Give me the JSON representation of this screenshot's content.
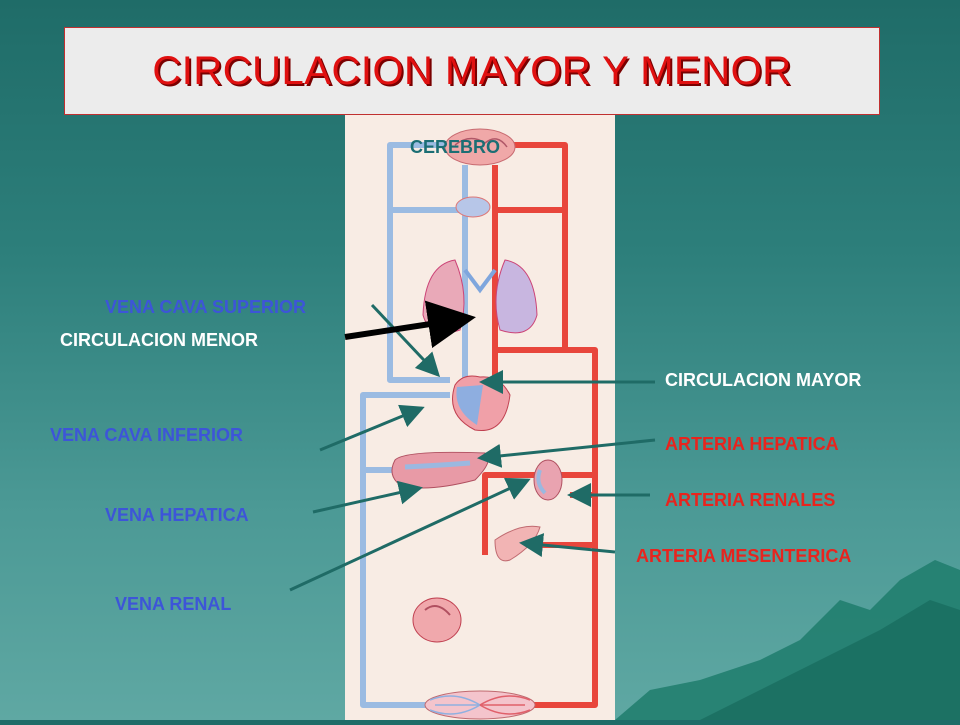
{
  "title": "CIRCULACION MAYOR Y MENOR",
  "labels": {
    "cerebro": "CEREBRO",
    "vena_cava_superior": "VENA CAVA SUPERIOR",
    "circulacion_menor": "CIRCULACION MENOR",
    "circulacion_mayor": "CIRCULACION MAYOR",
    "vena_cava_inferior": "VENA CAVA INFERIOR",
    "arteria_hepatica": "ARTERIA HEPATICA",
    "arteria_renales": "ARTERIA RENALES",
    "vena_hepatica": "VENA HEPATICA",
    "arteria_mesenterica": "ARTERIA MESENTERICA",
    "vena_renal": "VENA RENAL"
  },
  "colors": {
    "arterial_red": "#e8463c",
    "venous_blue": "#8fb4e0",
    "pointer_teal": "#1f6b66",
    "background_teal": "#2d7f7b"
  }
}
